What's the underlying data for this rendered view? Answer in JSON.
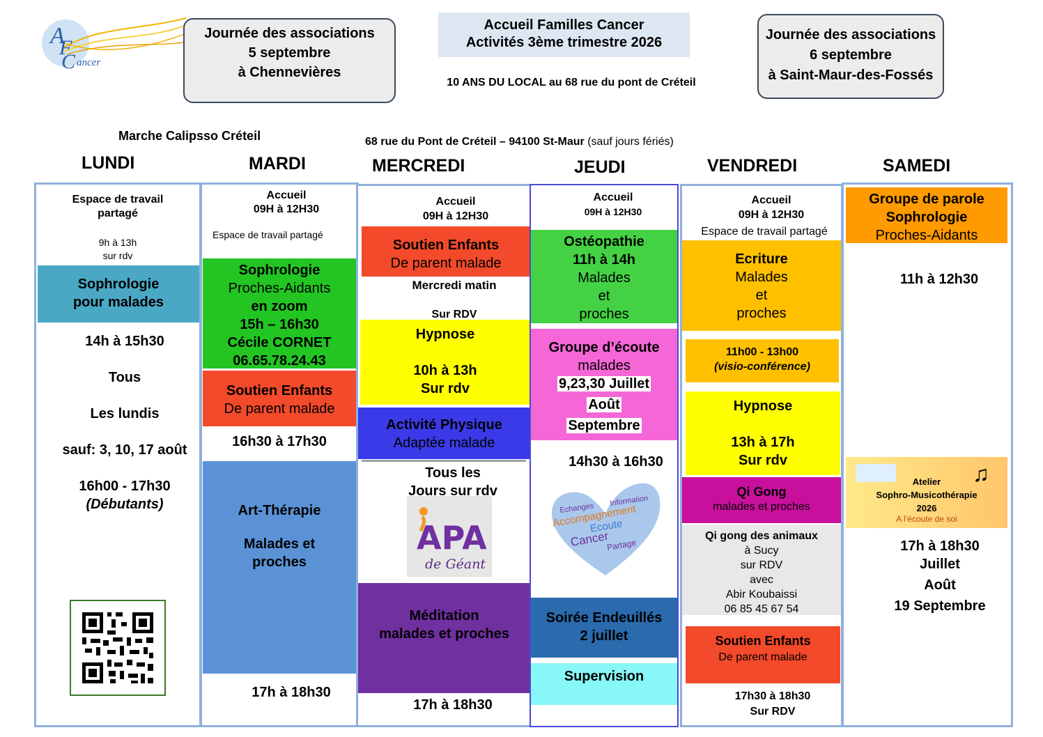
{
  "logo": {
    "letters": "AFCancer",
    "icon": "afc-logo-icon"
  },
  "header": {
    "left_box": [
      "Journée des associations",
      "5  septembre",
      "à Chennevières"
    ],
    "center_title": [
      "Accueil Familles Cancer",
      "Activités 3ème trimestre 2026"
    ],
    "local_note": "10 ANS DU LOCAL au 68 rue du pont de Créteil",
    "right_box": [
      "Journée des associations",
      "6 septembre",
      "à Saint-Maur-des-Fossés"
    ],
    "marche": "Marche Calipsso Créteil",
    "address_bold": "68 rue du Pont de Créteil – 94100 St-Maur",
    "address_note": " (sauf jours fériés)"
  },
  "days": [
    "LUNDI",
    "MARDI",
    "MERCREDI",
    "JEUDI",
    "VENDREDI",
    "SAMEDI"
  ],
  "colors": {
    "border": "#8fb0dd",
    "teal": "#4aa8c4",
    "green": "#22c522",
    "red": "#f24a2a",
    "steelblue": "#5b92d6",
    "yellow": "#ffff00",
    "blue": "#3a3ae8",
    "purple": "#7030a0",
    "lightgreen": "#44d244",
    "pink": "#f567d6",
    "navy": "#2a6aad",
    "cyan": "#88f7f7",
    "orange": "#ffc000",
    "magenta": "#c8109c",
    "lightgray": "#e8e8e8",
    "amber": "#ff9a00"
  },
  "lundi": {
    "espace": [
      "Espace de travail",
      "partagé"
    ],
    "espace_hours": [
      "9h à 13h",
      "sur rdv"
    ],
    "sophro": [
      "Sophrologie",
      "pour malades"
    ],
    "times": [
      "14h à 15h30",
      "Tous",
      "Les lundis",
      "sauf: 3, 10, 17 août",
      "16h00 - 17h30"
    ],
    "debutants": "(Débutants)",
    "qr": "qr-code-icon"
  },
  "mardi": {
    "accueil": [
      "Accueil",
      "09H à 12H30"
    ],
    "espace": "Espace de travail partagé",
    "sophro": [
      "Sophrologie",
      "Proches-Aidants",
      "en zoom",
      "15h – 16h30",
      "Cécile CORNET",
      "06.65.78.24.43"
    ],
    "soutien": [
      "Soutien Enfants",
      "De parent malade"
    ],
    "soutien_time": "16h30 à 17h30",
    "art_title": "Art-Thérapie",
    "art_sub": [
      "Malades et",
      "proches"
    ],
    "art_time": "17h à 18h30"
  },
  "mercredi": {
    "accueil": [
      "Accueil",
      "09H à 12H30"
    ],
    "soutien": [
      "Soutien Enfants",
      "De parent malade"
    ],
    "matin": "Mercredi matin",
    "sur_rdv": "Sur RDV",
    "hypnose": [
      "Hypnose",
      "10h à 13h",
      "Sur rdv"
    ],
    "activite": [
      "Activité Physique",
      "Adaptée malade"
    ],
    "tous": [
      "Tous les",
      "Jours sur rdv"
    ],
    "apa_logo": [
      "APA",
      "de Géant"
    ],
    "meditation": [
      "Méditation",
      "malades et proches"
    ],
    "time": "17h à 18h30"
  },
  "jeudi": {
    "accueil": [
      "Accueil",
      "09H à 12H30"
    ],
    "osteo_title": [
      "Ostéopathie",
      "11h à 14h"
    ],
    "osteo_sub": [
      "Malades",
      "et",
      "proches"
    ],
    "groupe_title": "Groupe d’écoute",
    "groupe_sub": "malades",
    "dates": [
      "9,23,30 Juillet",
      "Août",
      "Septembre"
    ],
    "time": "14h30 à 16h30",
    "heart_words": [
      "Echanges",
      "Information",
      "Accompagnement",
      "Ecoute",
      "Cancer",
      "Partage"
    ],
    "soiree": [
      "Soirée Endeuillés",
      "2 juillet"
    ],
    "supervision": "Supervision"
  },
  "vendredi": {
    "accueil": [
      "Accueil",
      "09H à 12H30"
    ],
    "espace": "Espace de travail partagé",
    "ecriture_title": "Ecriture",
    "ecriture_sub": [
      "Malades",
      "et",
      "proches"
    ],
    "visio": [
      "11h00 - 13h00",
      "(visio-conférence)"
    ],
    "hypnose": [
      "Hypnose",
      "13h à 17h",
      "Sur rdv"
    ],
    "qigong_title": "Qi Gong",
    "qigong_sub": "malades et proches",
    "animaux_title": "Qi gong des animaux",
    "animaux": [
      "à Sucy",
      "sur RDV",
      "avec",
      "Abir Koubaissi",
      "06 85 45 67 54"
    ],
    "soutien": [
      "Soutien Enfants",
      "De parent malade"
    ],
    "soutien_time": [
      "17h30 à 18h30",
      "Sur RDV"
    ]
  },
  "samedi": {
    "groupe_title": [
      "Groupe de parole",
      "Sophrologie"
    ],
    "groupe_sub": "Proches-Aidants",
    "time1": "11h à 12h30",
    "atelier": [
      "Atelier",
      "Sophro-Musicothérapie",
      "2026"
    ],
    "atelier_sub": "A l’écoute de soi",
    "time2": [
      "17h à 18h30",
      "Juillet",
      "Août",
      "19 Septembre"
    ]
  }
}
